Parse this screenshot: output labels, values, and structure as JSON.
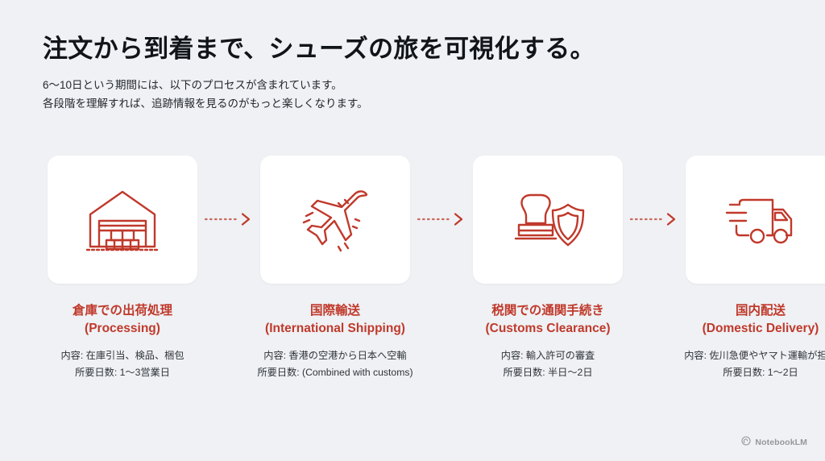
{
  "header": {
    "title": "注文から到着まで、シューズの旅を可視化する。",
    "subtitle_line1": "6〜10日という期間には、以下のプロセスが含まれています。",
    "subtitle_line2": "各段階を理解すれば、追跡情報を見るのがもっと楽しくなります。"
  },
  "colors": {
    "accent_red": "#C0392B",
    "background": "#EFF1F4",
    "card": "#FFFFFF",
    "title_text": "#111418",
    "body_text": "#2F3337"
  },
  "steps": [
    {
      "icon": "warehouse-icon",
      "label_ja": "倉庫での出荷処理",
      "label_en": "(Processing)",
      "content": "内容: 在庫引当、検品、梱包",
      "duration": "所要日数: 1〜3営業日"
    },
    {
      "icon": "airplane-icon",
      "label_ja": "国際輸送",
      "label_en": "(International Shipping)",
      "content": "内容: 香港の空港から日本へ空輸",
      "duration": "所要日数: (Combined with customs)"
    },
    {
      "icon": "customs-stamp-shield-icon",
      "label_ja": "税関での通関手続き",
      "label_en": "(Customs Clearance)",
      "content": "内容: 輸入許可の審査",
      "duration": "所要日数: 半日〜2日"
    },
    {
      "icon": "delivery-truck-icon",
      "label_ja": "国内配送",
      "label_en": "(Domestic Delivery)",
      "content": "内容: 佐川急便やヤマト運輸が担当",
      "duration": "所要日数: 1〜2日"
    }
  ],
  "connectors": [
    {
      "icon": "dotted-arrow-right-icon"
    },
    {
      "icon": "dotted-arrow-right-icon"
    },
    {
      "icon": "dotted-arrow-right-icon"
    }
  ],
  "watermark": {
    "icon": "notebooklm-logo-icon",
    "label": "NotebookLM"
  }
}
